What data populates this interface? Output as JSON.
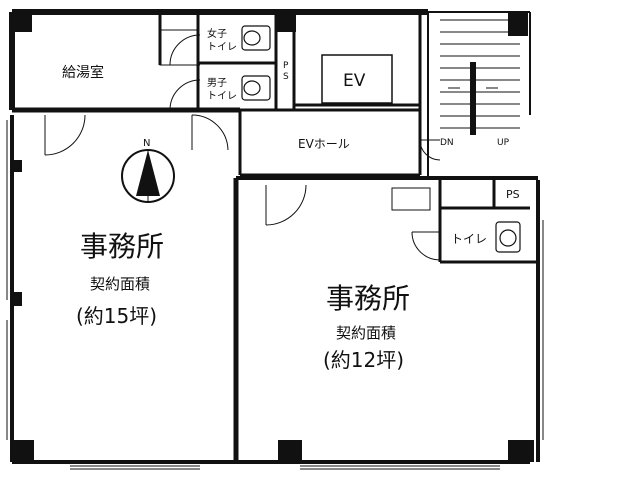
{
  "rooms": {
    "kitchenette": "給湯室",
    "womens_toilet_line1": "女子",
    "womens_toilet_line2": "トイレ",
    "mens_toilet_line1": "男子",
    "mens_toilet_line2": "トイレ",
    "ps_top_line1": "P",
    "ps_top_line2": "S",
    "elevator": "EV",
    "ev_hall": "EVホール",
    "stairs_down": "DN",
    "stairs_up": "UP",
    "ps_right": "PS",
    "toilet_right": "トイレ",
    "north_mark": "N"
  },
  "office_left": {
    "name": "事務所",
    "area_label": "契約面積",
    "area_value": "(約15坪)"
  },
  "office_right": {
    "name": "事務所",
    "area_label": "契約面積",
    "area_value": "(約12坪)"
  }
}
